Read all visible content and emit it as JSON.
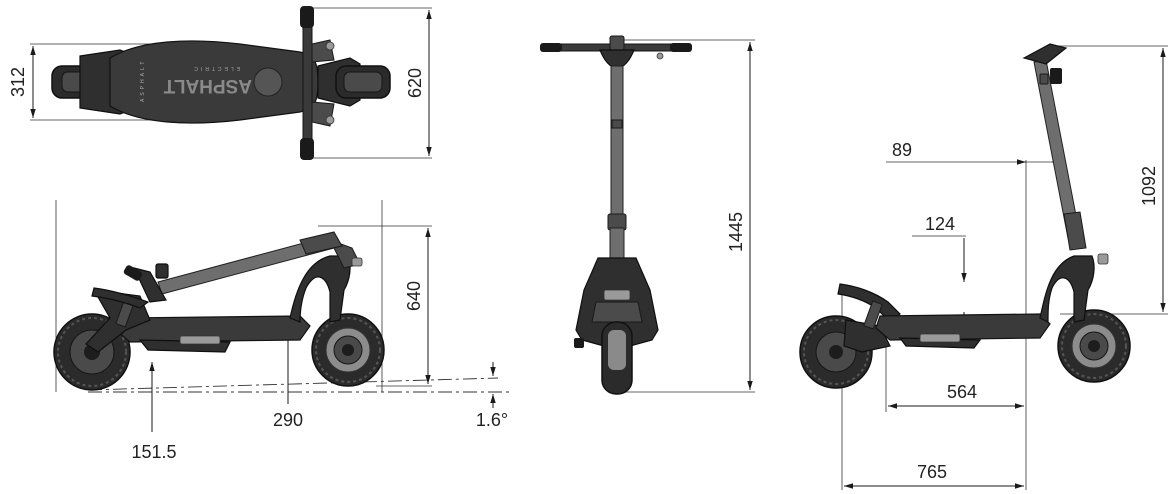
{
  "dimensions": {
    "top_width": "312",
    "top_handlebar": "620",
    "folded_height": "640",
    "folded_length": "290",
    "folded_ground": "151.5",
    "angle": "1.6°",
    "front_height": "1445",
    "side_89": "89",
    "side_124": "124",
    "side_1092": "1092",
    "side_564": "564",
    "side_765": "765"
  },
  "branding": {
    "logo": "ASPHALT",
    "sub": "ELECTRIC",
    "small_logo": "ASPHALT"
  },
  "colors": {
    "tire": "#2b2b2b",
    "frame": "#2f2f2f",
    "stem": "#6e6e6e",
    "rotor": "#8c8c8c"
  }
}
